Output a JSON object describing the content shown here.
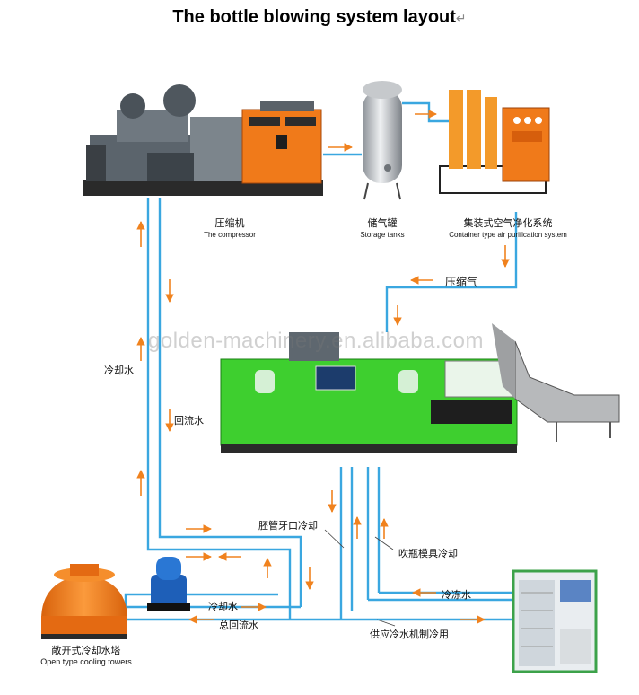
{
  "title": "The bottle blowing system layout",
  "title_mark": "↵",
  "equipment": {
    "compressor": {
      "cn": "压缩机",
      "en": "The compressor"
    },
    "storage": {
      "cn": "储气罐",
      "en": "Storage tanks"
    },
    "purifier": {
      "cn": "集装式空气净化系统",
      "en": "Container type air purification system"
    },
    "cooling_tower": {
      "cn": "敞开式冷却水塔",
      "en": "Open type cooling towers"
    }
  },
  "flows": {
    "compressed_air": "压缩气",
    "cooling_water_left": "冷却水",
    "return_water_left": "回流水",
    "preform_neck_cooling": "胚管牙口冷却",
    "blow_mold_cooling": "吹瓶模具冷却",
    "chilled_water": "冷冻水",
    "cooling_water_bottom": "冷却水",
    "total_return_water": "总回流水",
    "chiller_supply": "供应冷水机制冷用"
  },
  "watermark": "golden-machinery.en.alibaba.com",
  "colors": {
    "pipe": "#3aa7e0",
    "arrow": "#f0821e",
    "machine_green": "#3ecf2f",
    "tower_orange": "#f07a1a"
  }
}
